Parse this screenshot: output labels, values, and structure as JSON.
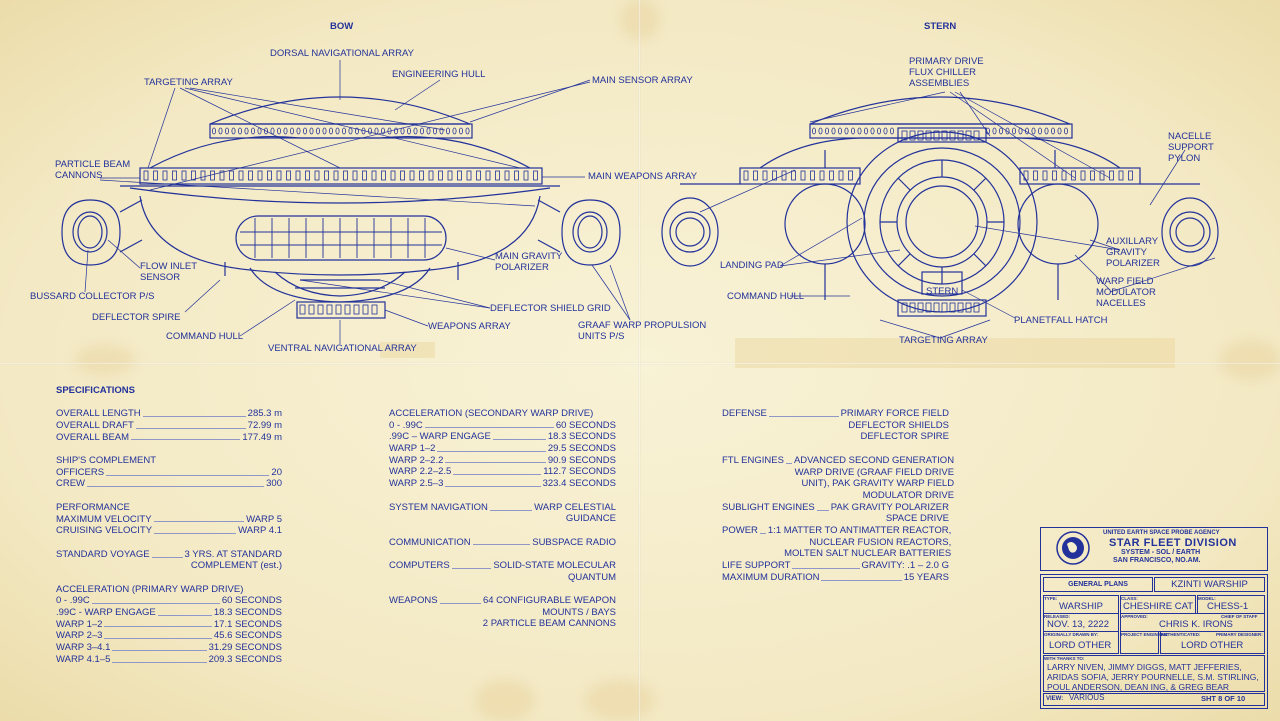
{
  "views": {
    "bow_title": "BOW",
    "stern_title": "STERN"
  },
  "bow_labels": {
    "dorsal_nav": "DORSAL NAVIGATIONAL ARRAY",
    "targeting": "TARGETING ARRAY",
    "engineering": "ENGINEERING HULL",
    "main_sensor": "MAIN SENSOR ARRAY",
    "particle_beam": "PARTICLE BEAM\nCANNONS",
    "main_weapons": "MAIN WEAPONS ARRAY",
    "flow_inlet": "FLOW INLET\nSENSOR",
    "bussard": "BUSSARD COLLECTOR P/S",
    "main_gravity": "MAIN GRAVITY\nPOLARIZER",
    "deflector_grid": "DEFLECTOR SHIELD GRID",
    "deflector_spire": "DEFLECTOR SPIRE",
    "weapons_array": "WEAPONS ARRAY",
    "command_hull": "COMMAND HULL",
    "graaf": "GRAAF WARP PROPULSION\nUNITS P/S",
    "ventral_nav": "VENTRAL NAVIGATIONAL ARRAY"
  },
  "stern_labels": {
    "primary_drive": "PRIMARY DRIVE\nFLUX CHILLER\nASSEMBLIES",
    "nacelle_pylon": "NACELLE\nSUPPORT\nPYLON",
    "aux_gravity": "AUXILLARY\nGRAVITY\nPOLARIZER",
    "landing_pad": "LANDING PAD",
    "warp_field": "WARP FIELD\nMODULATOR\nNACELLES",
    "command_hull": "COMMAND HULL",
    "stern": "STERN",
    "planetfall": "PLANETFALL HATCH",
    "targeting": "TARGETING ARRAY"
  },
  "specs_col1": [
    {
      "type": "head",
      "text": "SPECIFICATIONS"
    },
    {
      "type": "gap"
    },
    {
      "type": "row",
      "k": "OVERALL LENGTH",
      "v": "285.3 m"
    },
    {
      "type": "row",
      "k": "OVERALL DRAFT",
      "v": "72.99 m"
    },
    {
      "type": "row",
      "k": "OVERALL BEAM",
      "v": "177.49 m"
    },
    {
      "type": "gap"
    },
    {
      "type": "plain",
      "text": "SHIP'S COMPLEMENT"
    },
    {
      "type": "row",
      "k": "OFFICERS",
      "v": "20"
    },
    {
      "type": "row",
      "k": "CREW",
      "v": "300"
    },
    {
      "type": "gap"
    },
    {
      "type": "plain",
      "text": "PERFORMANCE"
    },
    {
      "type": "row",
      "k": "MAXIMUM VELOCITY",
      "v": "WARP 5"
    },
    {
      "type": "row",
      "k": "CRUISING VELOCITY",
      "v": "WARP 4.1"
    },
    {
      "type": "gap"
    },
    {
      "type": "multi",
      "k": "STANDARD VOYAGE",
      "v": "3 YRS. AT STANDARD\nCOMPLEMENT (est.)"
    },
    {
      "type": "gap"
    },
    {
      "type": "plain",
      "text": "ACCELERATION (PRIMARY WARP DRIVE)"
    },
    {
      "type": "row",
      "k": "0 - .99C",
      "v": "60 SECONDS"
    },
    {
      "type": "row",
      "k": ".99C - WARP ENGAGE",
      "v": "18.3 SECONDS"
    },
    {
      "type": "row",
      "k": "WARP 1–2",
      "v": "17.1 SECONDS"
    },
    {
      "type": "row",
      "k": "WARP 2–3",
      "v": "45.6 SECONDS"
    },
    {
      "type": "row",
      "k": "WARP 3–4.1",
      "v": "31.29 SECONDS"
    },
    {
      "type": "row",
      "k": "WARP 4.1–5",
      "v": "209.3 SECONDS"
    }
  ],
  "specs_col2": [
    {
      "type": "plain",
      "text": "ACCELERATION (SECONDARY WARP DRIVE)"
    },
    {
      "type": "row",
      "k": "0 - .99C",
      "v": "60 SECONDS"
    },
    {
      "type": "row",
      "k": ".99C – WARP ENGAGE",
      "v": "18.3 SECONDS"
    },
    {
      "type": "row",
      "k": "WARP 1–2",
      "v": "29.5 SECONDS"
    },
    {
      "type": "row",
      "k": "WARP 2–2.2",
      "v": "90.9 SECONDS"
    },
    {
      "type": "row",
      "k": "WARP 2.2–2.5",
      "v": "112.7 SECONDS"
    },
    {
      "type": "row",
      "k": "WARP 2.5–3",
      "v": "323.4 SECONDS"
    },
    {
      "type": "gap"
    },
    {
      "type": "multi",
      "k": "SYSTEM NAVIGATION",
      "v": "WARP CELESTIAL\nGUIDANCE"
    },
    {
      "type": "gap"
    },
    {
      "type": "row",
      "k": "COMMUNICATION",
      "v": "SUBSPACE RADIO"
    },
    {
      "type": "gap"
    },
    {
      "type": "multi",
      "k": "COMPUTERS",
      "v": "SOLID-STATE MOLECULAR\nQUANTUM"
    },
    {
      "type": "gap"
    },
    {
      "type": "multi",
      "k": "WEAPONS",
      "v": "64 CONFIGURABLE WEAPON\nMOUNTS / BAYS\n2 PARTICLE BEAM CANNONS"
    }
  ],
  "specs_col3": [
    {
      "type": "multi",
      "k": "DEFENSE",
      "v": "PRIMARY FORCE FIELD\nDEFLECTOR SHIELDS\nDEFLECTOR SPIRE"
    },
    {
      "type": "gap"
    },
    {
      "type": "multi",
      "k": "FTL ENGINES",
      "v": "ADVANCED SECOND GENERATION\nWARP DRIVE (GRAAF FIELD DRIVE\nUNIT), PAK GRAVITY WARP FIELD\nMODULATOR DRIVE"
    },
    {
      "type": "multi",
      "k": "SUBLIGHT ENGINES",
      "v": "PAK GRAVITY POLARIZER\nSPACE DRIVE"
    },
    {
      "type": "multi",
      "k": "POWER",
      "v": "1:1 MATTER TO ANTIMATTER REACTOR,\nNUCLEAR FUSION REACTORS,\nMOLTEN SALT NUCLEAR BATTERIES"
    },
    {
      "type": "row",
      "k": "LIFE SUPPORT",
      "v": "GRAVITY: .1 – 2.0 G"
    },
    {
      "type": "row",
      "k": "MAXIMUM DURATION",
      "v": "15 YEARS"
    }
  ],
  "title_block": {
    "agency": "UNITED EARTH SPACE PROBE AGENCY",
    "division": "STAR FLEET DIVISION",
    "system": "SYSTEM - SOL / EARTH",
    "location": "SAN FRANCISCO, NO.AM.",
    "plans_label": "GENERAL PLANS",
    "ship_title": "KZINTI WARSHIP",
    "type_label": "TYPE:",
    "type_value": "WARSHIP",
    "class_label": "CLASS:",
    "class_value": "CHESHIRE CAT",
    "model_label": "MODEL:",
    "model_value": "CHESS-1",
    "released_label": "RELEASED:",
    "released_value": "NOV. 13, 2222",
    "approved_label": "APPROVED:",
    "approved_value": "CHRIS K. IRONS",
    "chief_label": "CHIEF OF STAFF",
    "drawn_label": "ORIGINALLY DRAWN BY:",
    "drawn_value": "LORD OTHER",
    "engineer_label": "PROJECT ENGINEER:",
    "authentic_label": "AUTHENTICATED:",
    "designer_label": "PRIMARY DESIGNER:",
    "designer_value": "LORD OTHER",
    "thanks_label": "WITH THANKS TO:",
    "thanks_text": "LARRY NIVEN, JIMMY DIGGS, MATT JEFFERIES,\nARIDAS SOFIA, JERRY POURNELLE, S.M. STIRLING,\nPOUL ANDERSON, DEAN ING, & GREG BEAR",
    "view_label": "VIEW:",
    "view_value": "VARIOUS",
    "sheet": "SHT 8 OF 10"
  }
}
